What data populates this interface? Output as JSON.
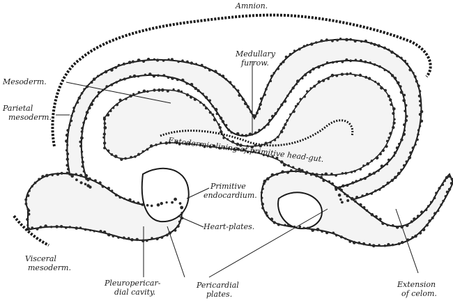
{
  "figure": {
    "ink_color": "#1a1a1a",
    "tissue_fill": "#f4f4f4",
    "nucleus_color": "#2a2a2a"
  },
  "labels": {
    "amnion": "Amnion.",
    "medullary_line1": "Medullary",
    "medullary_line2": "furrow.",
    "mesoderm": "Mesoderm.",
    "parietal_line1": "Parietal",
    "parietal_line2": "mesoderm.",
    "entodermic": "Entodermic lining of primitive head-gut.",
    "primitive_line1": "Primitive",
    "primitive_line2": "endocardium.",
    "heart_plates": "Heart-plates.",
    "visceral_line1": "Visceral",
    "visceral_line2": "mesoderm.",
    "pleuro_line1": "Pleuropericar-",
    "pleuro_line2": "dial cavity.",
    "pericardial_line1": "Pericardial",
    "pericardial_line2": "plates.",
    "extension_line1": "Extension",
    "extension_line2": "of celom."
  }
}
